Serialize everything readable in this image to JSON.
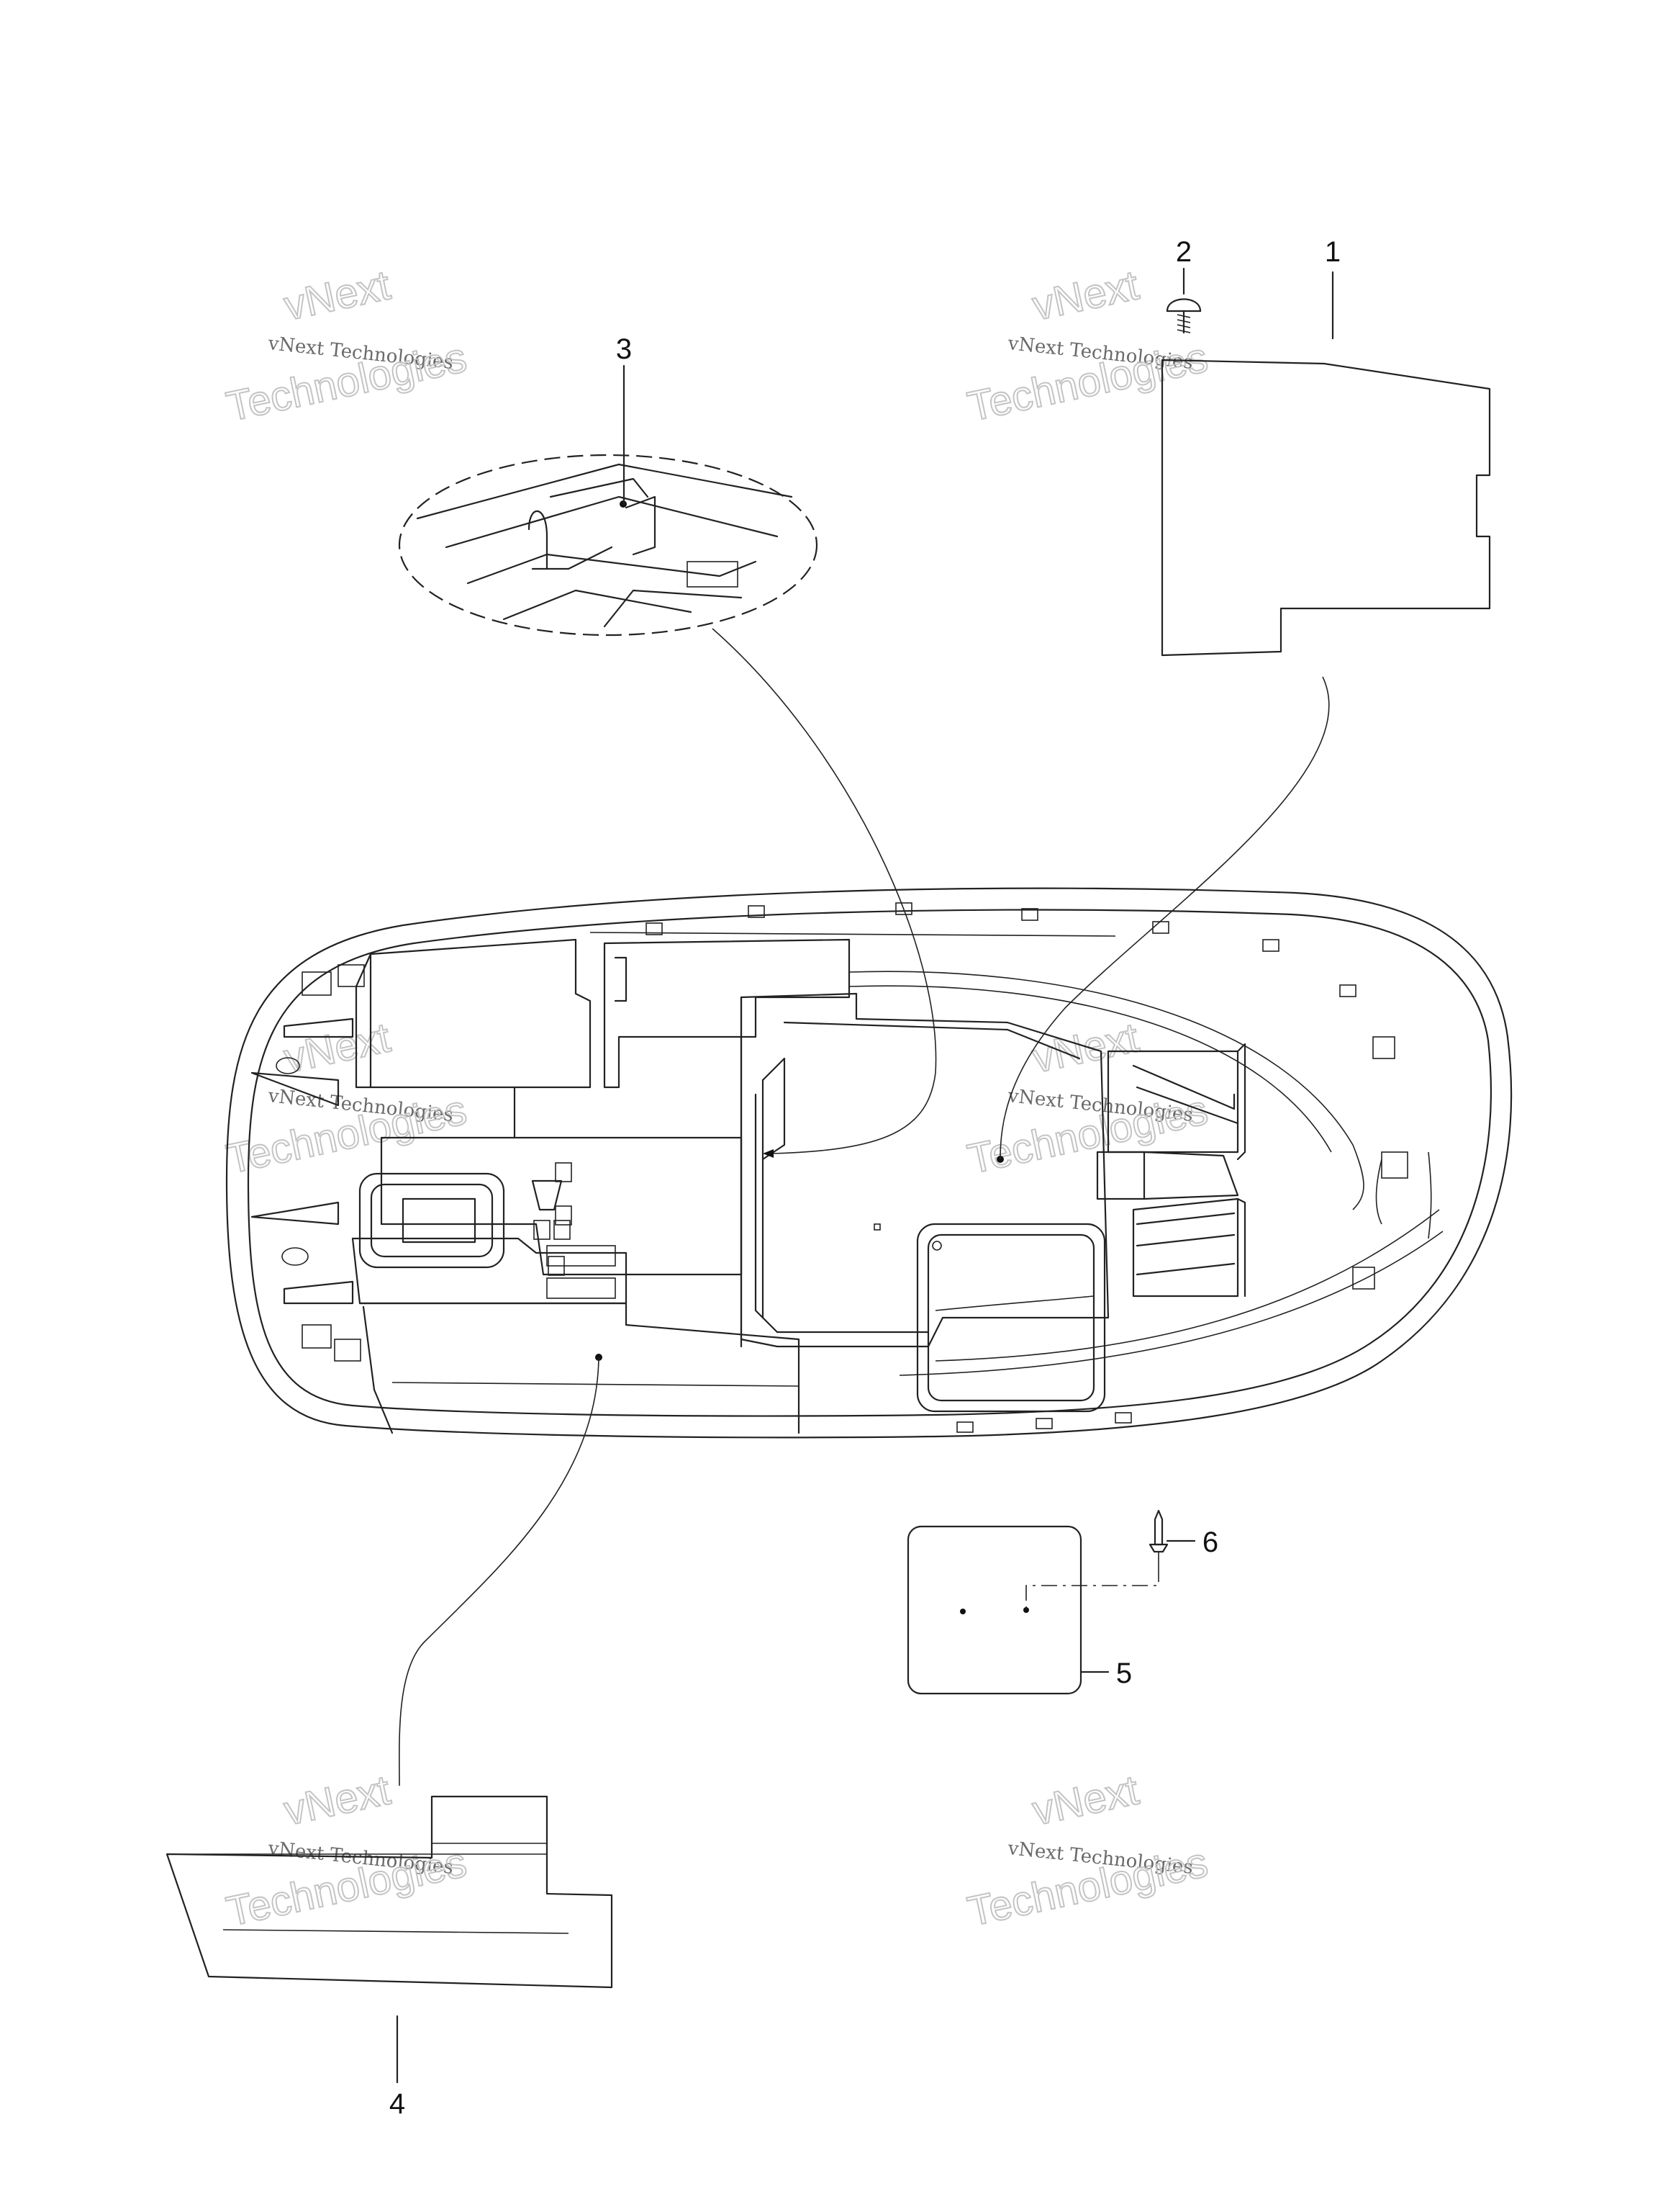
{
  "callouts": [
    {
      "id": "1",
      "label": "1"
    },
    {
      "id": "2",
      "label": "2"
    },
    {
      "id": "3",
      "label": "3"
    },
    {
      "id": "4",
      "label": "4"
    },
    {
      "id": "5",
      "label": "5"
    },
    {
      "id": "6",
      "label": "6"
    }
  ],
  "watermark": {
    "line_top": "vNext",
    "line_middle": "vNext Technologies",
    "line_bottom": "Technologies"
  },
  "colors": {
    "line": "#222222",
    "watermark_text": "#6a6a6a",
    "watermark_outline": "#c4c4c4",
    "background": "#ffffff"
  }
}
